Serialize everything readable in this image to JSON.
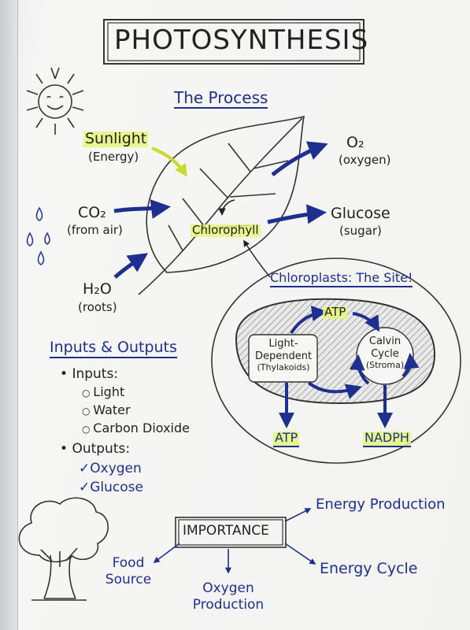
{
  "title": "PHOTOSYNTHESIS",
  "process": {
    "heading": "The Process",
    "sunlight": "Sunlight",
    "sunlight_sub": "(Energy)",
    "co2": "CO₂",
    "co2_sub": "(from air)",
    "h2o": "H₂O",
    "h2o_sub": "(roots)",
    "chlorophyll": "Chlorophyll",
    "o2": "O₂",
    "o2_sub": "(oxygen)",
    "glucose": "Glucose",
    "glucose_sub": "(sugar)"
  },
  "chloroplast": {
    "heading": "Chloroplasts: The Site!",
    "light_dependent": [
      "Light-",
      "Dependent",
      "(Thylakoids)"
    ],
    "calvin": [
      "Calvin",
      "Cycle",
      "(Stroma)"
    ],
    "atp_top": "ATP",
    "atp_out": "ATP",
    "nadph_out": "NADPH"
  },
  "io": {
    "heading": "Inputs & Outputs",
    "inputs_label": "Inputs:",
    "inputs": [
      "Light",
      "Water",
      "Carbon Dioxide"
    ],
    "outputs_label": "Outputs:",
    "outputs": [
      "Oxygen",
      "Glucose"
    ]
  },
  "importance": {
    "label": "IMPORTANCE",
    "energy_production": "Energy Production",
    "energy_cycle": "Energy Cycle",
    "food_source": [
      "Food",
      "Source"
    ],
    "oxygen_production": [
      "Oxygen",
      "Production"
    ]
  },
  "icons": [
    "sun-icon",
    "water-drops-icon",
    "leaf-icon",
    "tree-icon",
    "check-icon",
    "bullet-icon"
  ],
  "colors": {
    "ink": "#222222",
    "blue": "#1f2f8f",
    "highlight": "#e4f778",
    "paper": "#f4f4f3"
  }
}
